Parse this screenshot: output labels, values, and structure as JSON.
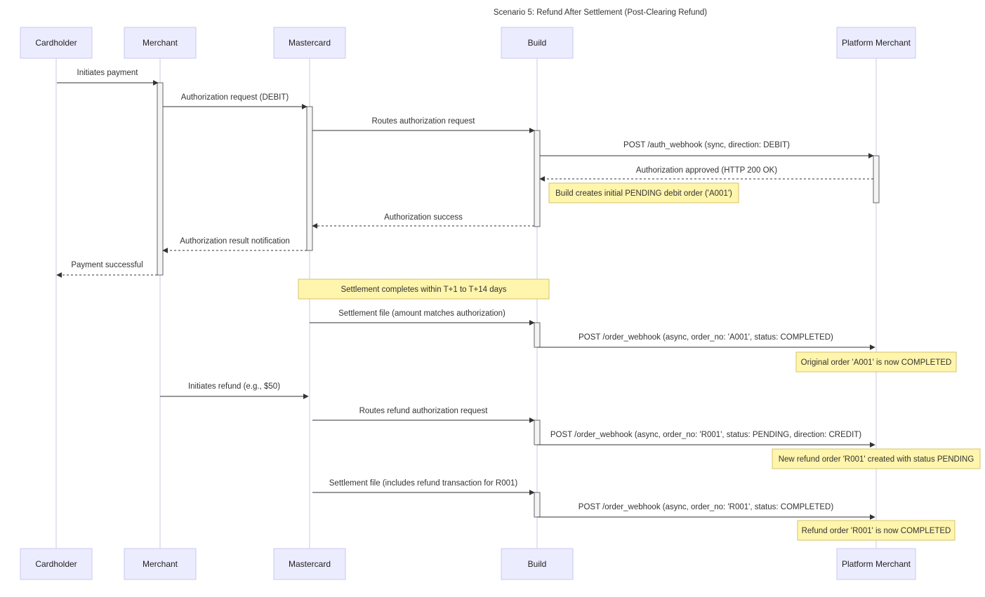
{
  "title": "Scenario 5: Refund After Settlement (Post-Clearing Refund)",
  "colors": {
    "actor_fill": "#ECECFF",
    "actor_stroke": "#C8C8F0",
    "note_fill": "#FFF5AD",
    "note_stroke": "#D6C46A",
    "line": "#333333"
  },
  "participants": [
    {
      "id": "cardholder",
      "label": "Cardholder"
    },
    {
      "id": "merchant",
      "label": "Merchant"
    },
    {
      "id": "mastercard",
      "label": "Mastercard"
    },
    {
      "id": "build",
      "label": "Build"
    },
    {
      "id": "platform",
      "label": "Platform Merchant"
    }
  ],
  "messages": [
    {
      "from": "cardholder",
      "to": "merchant",
      "label": "Initiates payment",
      "style": "solid"
    },
    {
      "from": "merchant",
      "to": "mastercard",
      "label": "Authorization request (DEBIT)",
      "style": "solid"
    },
    {
      "from": "mastercard",
      "to": "build",
      "label": "Routes authorization request",
      "style": "solid"
    },
    {
      "from": "build",
      "to": "platform",
      "label": "POST /auth_webhook (sync, direction: DEBIT)",
      "style": "solid"
    },
    {
      "from": "platform",
      "to": "build",
      "label": "Authorization approved (HTTP 200 OK)",
      "style": "dashed"
    },
    {
      "from": "build",
      "to": "mastercard",
      "label": "Authorization success",
      "style": "dashed"
    },
    {
      "from": "mastercard",
      "to": "merchant",
      "label": "Authorization result notification",
      "style": "dashed"
    },
    {
      "from": "merchant",
      "to": "cardholder",
      "label": "Payment successful",
      "style": "dashed"
    },
    {
      "from": "mastercard",
      "to": "build",
      "label": "Settlement file (amount matches authorization)",
      "style": "solid"
    },
    {
      "from": "build",
      "to": "platform",
      "label": "POST /order_webhook (async, order_no: 'A001', status: COMPLETED)",
      "style": "solid"
    },
    {
      "from": "merchant",
      "to": "mastercard",
      "label": "Initiates refund (e.g., $50)",
      "style": "solid"
    },
    {
      "from": "mastercard",
      "to": "build",
      "label": "Routes refund authorization request",
      "style": "solid"
    },
    {
      "from": "build",
      "to": "platform",
      "label": "POST /order_webhook (async, order_no: 'R001', status: PENDING, direction: CREDIT)",
      "style": "solid"
    },
    {
      "from": "mastercard",
      "to": "build",
      "label": "Settlement file (includes refund transaction for R001)",
      "style": "solid"
    },
    {
      "from": "build",
      "to": "platform",
      "label": "POST /order_webhook (async, order_no: 'R001', status: COMPLETED)",
      "style": "solid"
    }
  ],
  "notes": [
    {
      "over": "build",
      "label": "Build creates initial PENDING debit order ('A001')"
    },
    {
      "over": "mastercard",
      "label": "Settlement completes within T+1 to T+14 days"
    },
    {
      "over": "platform",
      "label": "Original order 'A001' is now COMPLETED"
    },
    {
      "over": "platform",
      "label": "New refund order 'R001' created with status PENDING"
    },
    {
      "over": "platform",
      "label": "Refund order 'R001' is now COMPLETED"
    }
  ]
}
